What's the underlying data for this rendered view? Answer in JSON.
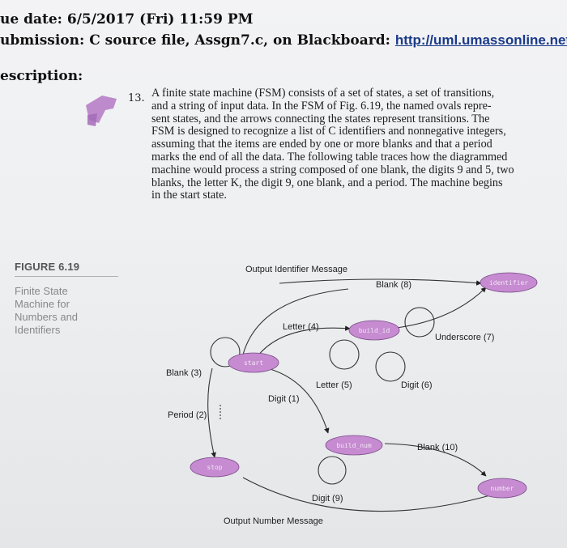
{
  "header": {
    "due_label": "ue date:",
    "due_value": "6/5/2017 (Fri) 11:59 PM",
    "submission_label": "ubmission:",
    "submission_text": "C source file, Assgn7.c, on Blackboard:",
    "submission_link": "http://uml.umassonline.net",
    "description_label": "escription:"
  },
  "problem": {
    "number": "13.",
    "lines": [
      "A finite state machine (FSM) consists of a set of states, a set of transitions,",
      "and a string of input data. In the FSM of Fig. 6.19, the named ovals repre-",
      "sent states, and the arrows connecting the states represent transitions. The",
      "FSM is designed to recognize a list of C identifiers and nonnegative integers,",
      "assuming that the items are ended by one or more blanks and that a period",
      "marks the end of all the data. The following table traces how the diagrammed",
      "machine would process a string composed of one blank, the digits 9 and 5, two",
      "blanks, the letter K, the digit 9, one blank, and a period. The machine begins",
      "in the start state."
    ]
  },
  "figure": {
    "title": "FIGURE 6.19",
    "caption_lines": [
      "Finite State",
      "Machine for",
      "Numbers and",
      "Identifiers"
    ]
  },
  "diagram": {
    "states": {
      "start": "start",
      "build_id": "build_id",
      "identifier": "identifier",
      "build_num": "build_num",
      "number": "number",
      "stop": "stop"
    },
    "labels": {
      "output_identifier": "Output Identifier Message",
      "blank8": "Blank (8)",
      "letter4": "Letter (4)",
      "underscore7": "Underscore (7)",
      "blank3": "Blank (3)",
      "letter5": "Letter (5)",
      "digit6": "Digit (6)",
      "digit1": "Digit (1)",
      "period2": "Period (2)",
      "blank10": "Blank (10)",
      "digit9": "Digit (9)",
      "output_number": "Output Number Message"
    },
    "colors": {
      "state_fill": "#c68bd0",
      "arrow": "#222222"
    }
  }
}
